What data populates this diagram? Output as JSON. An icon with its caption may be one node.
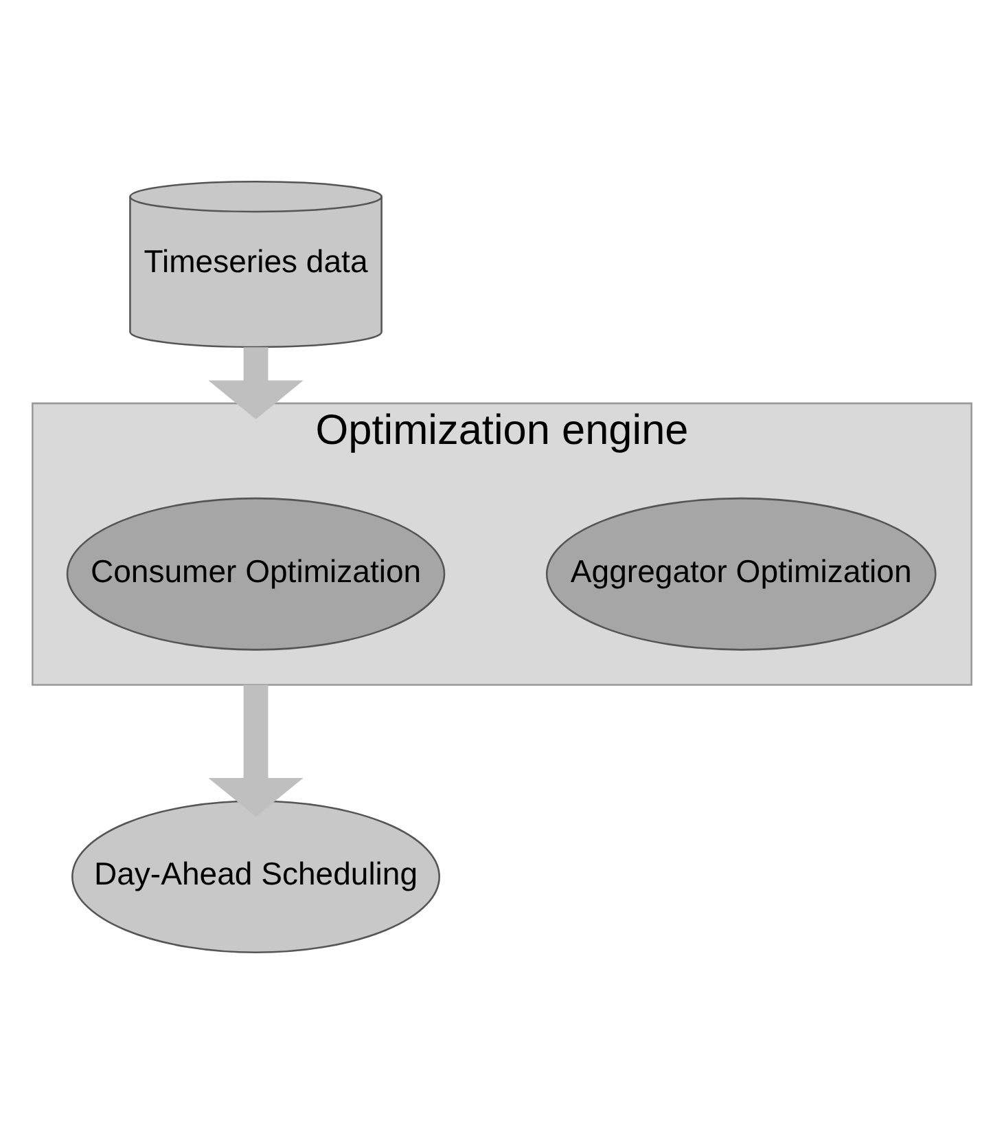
{
  "diagram": {
    "nodes": [
      {
        "text": [
          "Timeseries data"
        ]
      },
      {
        "text": [
          "Optimization engine"
        ]
      },
      {
        "text": [
          "Consumer Optimization"
        ],
        "in": 1
      },
      {
        "text": [
          "Aggregator Optimization"
        ],
        "in": 1
      },
      {
        "text": [
          "Day-Ahead Scheduling"
        ]
      }
    ],
    "edges": [
      {
        "from": 0,
        "to": 1,
        "arrow": "to"
      },
      {
        "from": 1,
        "to": 4,
        "arrow": "to"
      }
    ]
  }
}
